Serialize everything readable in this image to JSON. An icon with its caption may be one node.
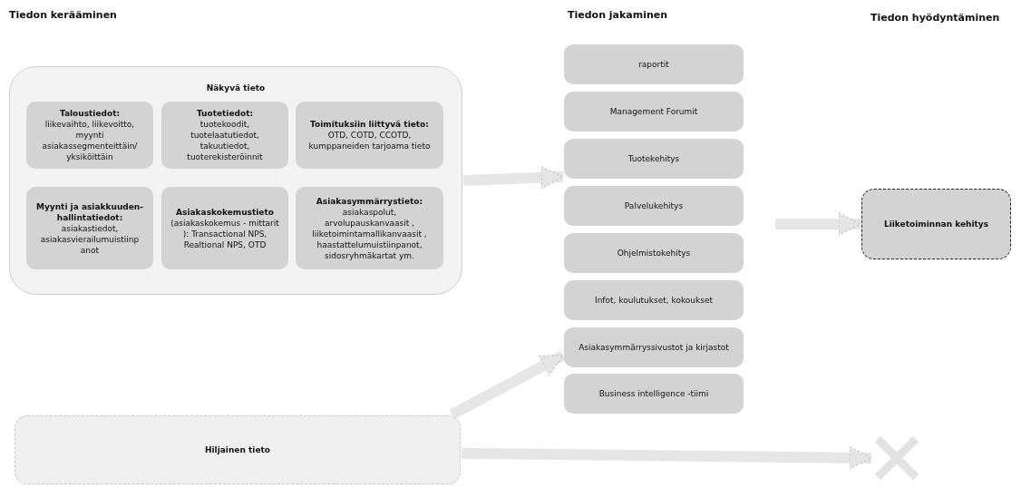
{
  "diagram": {
    "nodes": [
      {
        "text": [
          "Näkyvä tieto"
        ]
      },
      {
        "text": [
          "Taloustiedot:",
          "liikevaihto, liikevoitto, myynti asiakassegmenteittäin/ yksiköittäin"
        ],
        "in": 0
      },
      {
        "text": [
          "Tuotetiedot:",
          "tuotekoodit, tuotelaatutiedot, takuutiedot, tuoterekisteröinnit"
        ],
        "in": 0
      },
      {
        "text": [
          "Toimituksiin liittyvä tieto:",
          "OTD, COTD, CCOTD, kumppaneiden tarjoama tieto"
        ],
        "in": 0
      },
      {
        "text": [
          "Myynti ja asiakkuuden- hallintatiedot:",
          "asiakastiedot, asiakasvierailumuistiinp anot"
        ],
        "in": 0
      },
      {
        "text": [
          "Asiakaskokemustieto",
          "(asiakaskokemus - mittarit ): Transactional NPS, Realtional NPS, OTD"
        ],
        "in": 0
      },
      {
        "text": [
          "Asiakasymmärrystieto:",
          "asiakaspolut, arvolupauskanvaasit , liiketoimintamallikanvaasit , haastattelumuistiinpanot, sidosryhmäkartat ym."
        ],
        "in": 0
      },
      {
        "text": [
          "raportit"
        ]
      },
      {
        "text": [
          "Management Forumit"
        ]
      },
      {
        "text": [
          "Tuotekehitys"
        ]
      },
      {
        "text": [
          "Palvelukehitys"
        ]
      },
      {
        "text": [
          "Ohjelmistokehitys"
        ]
      },
      {
        "text": [
          "Infot, koulutukset, kokoukset"
        ]
      },
      {
        "text": [
          "Asiakasymmärryssivustot ja kirjastot"
        ]
      },
      {
        "text": [
          "Business intelligence -tiimi"
        ]
      },
      {
        "text": [
          "Liiketoiminnan kehitys"
        ]
      },
      {
        "text": [
          "Hiljainen tieto"
        ]
      },
      {
        "text": [],
        "shape": "cross"
      }
    ],
    "edges": [
      {
        "from": 0,
        "to": 9,
        "arrow": "to"
      },
      {
        "from": 16,
        "to": 13,
        "arrow": "to"
      },
      {
        "from": null,
        "to": 15,
        "arrow": "to"
      },
      {
        "from": 16,
        "to": 17,
        "arrow": "to"
      }
    ],
    "labels": [
      "Tiedon kerääminen",
      "Tiedon jakaminen",
      "Tiedon hyödyntäminen"
    ]
  }
}
